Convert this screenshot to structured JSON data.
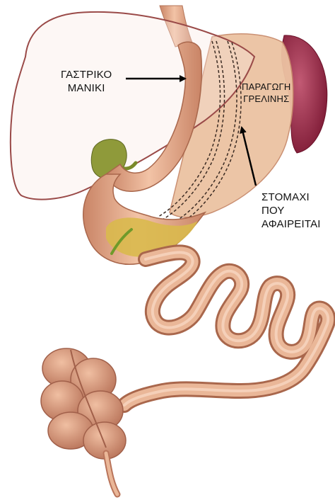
{
  "labels": {
    "sleeve": {
      "lines": [
        "ΓΑΣΤΡΙΚΟ",
        "ΜΑΝΙΚΙ"
      ]
    },
    "ghrelin": {
      "lines": [
        "ΠΑΡΑΓΩΓΗ",
        "ΓΡΕΛΙΝΗΣ"
      ]
    },
    "removed": {
      "lines": [
        "ΣΤΟΜΑΧΙ",
        "ΠΟΥ",
        "ΑΦΑΙΡΕΙΤΑΙ"
      ]
    }
  },
  "colors": {
    "liver_outline": "#9a4a48",
    "tissue": "#e9b394",
    "tissue_dark": "#c98a6a",
    "removed_stomach": "#ecc2a2",
    "spleen": "#9b2846",
    "gallbladder": "#8f9a3a",
    "bile": "#d9b94c",
    "arrow": "#000000"
  }
}
